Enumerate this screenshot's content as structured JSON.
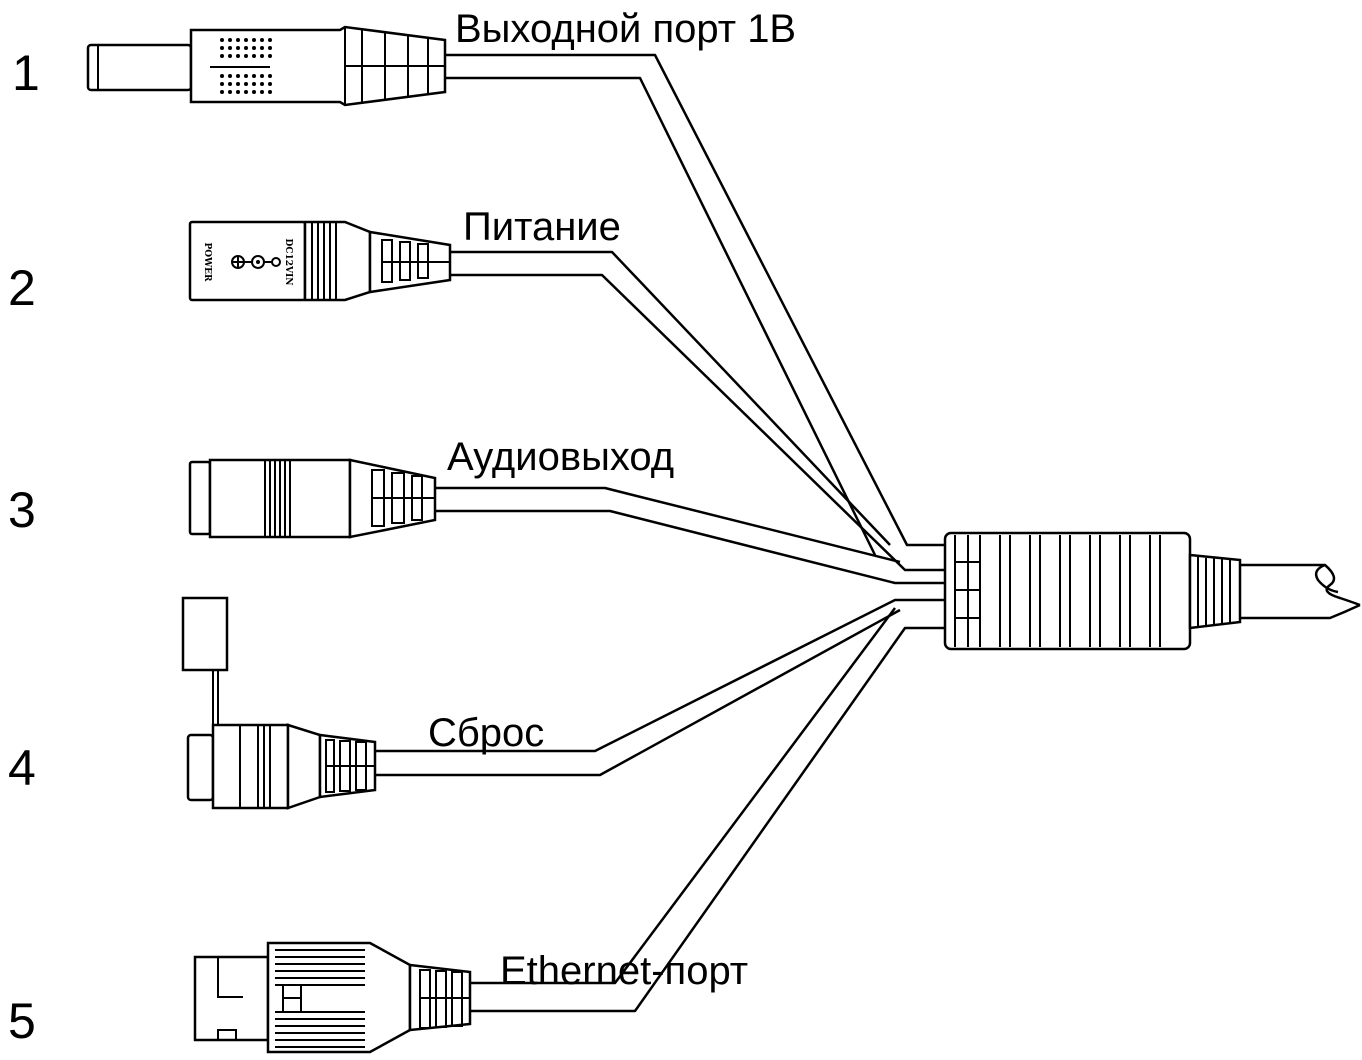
{
  "connectors": [
    {
      "number": "1",
      "label": "Выходной порт 1В"
    },
    {
      "number": "2",
      "label": "Питание"
    },
    {
      "number": "3",
      "label": "Аудиовыход"
    },
    {
      "number": "4",
      "label": "Сброс"
    },
    {
      "number": "5",
      "label": "Ethernet-порт"
    }
  ],
  "power_jack_print": {
    "left": "POWER",
    "right": "DC12VIN"
  }
}
